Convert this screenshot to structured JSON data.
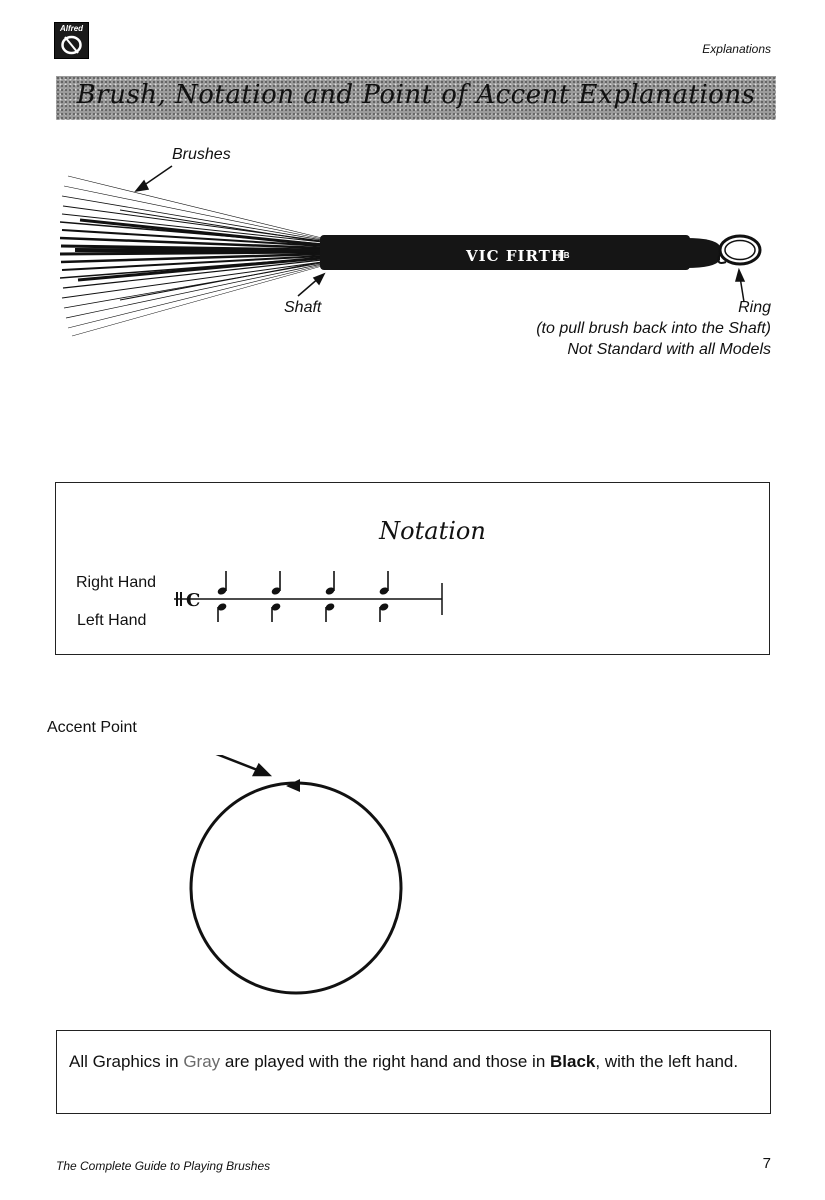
{
  "header": {
    "logo_text": "Alfred",
    "section_label": "Explanations",
    "title": "Brush, Notation and Point of Accent Explanations"
  },
  "brush_diagram": {
    "label_brushes": "Brushes",
    "label_shaft": "Shaft",
    "label_ring": "Ring",
    "ring_note_1": "(to pull brush back into the Shaft)",
    "ring_note_2": "Not Standard with all Models",
    "handle_brand": "VIC FIRTH",
    "handle_model": "HB"
  },
  "notation": {
    "title": "Notation",
    "right_hand_label": "Right Hand",
    "left_hand_label": "Left Hand",
    "time_signature": "C",
    "beats": 4
  },
  "accent": {
    "label": "Accent Point"
  },
  "info": {
    "text_1": "All Graphics in ",
    "text_gray": "Gray",
    "text_2": " are played with the right hand and those in ",
    "text_black": "Black",
    "text_3": ", with the left hand."
  },
  "footer": {
    "book_title": "The Complete Guide to Playing Brushes",
    "page_number": "7"
  },
  "colors": {
    "ink": "#111111",
    "gray_text": "#6a6a6a",
    "banner": "#9b9b9b"
  }
}
